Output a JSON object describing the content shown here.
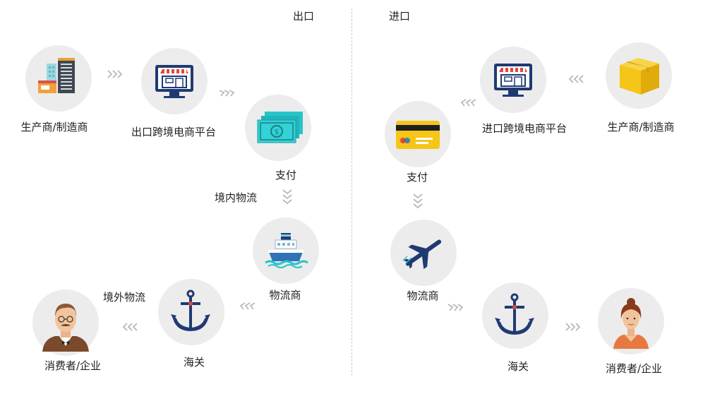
{
  "headings": {
    "export": "出口",
    "import": "进口"
  },
  "export_flow": {
    "manufacturer": "生产商/制造商",
    "platform": "出口跨境电商平台",
    "payment": "支付",
    "domestic_logistics": "境内物流",
    "logistics_provider": "物流商",
    "customs": "海关",
    "overseas_logistics": "境外物流",
    "consumer": "消费者/企业"
  },
  "import_flow": {
    "manufacturer": "生产商/制造商",
    "platform": "进口跨境电商平台",
    "payment": "支付",
    "logistics_provider": "物流商",
    "customs": "海关",
    "consumer": "消费者/企业"
  },
  "icons": {
    "export_manufacturer": "building-icon",
    "export_platform": "storefront-monitor-icon",
    "export_payment": "banknotes-icon",
    "export_logistics": "cargo-ship-icon",
    "export_customs": "anchor-icon",
    "export_consumer": "businessman-avatar-icon",
    "import_manufacturer": "package-box-icon",
    "import_platform": "storefront-monitor-icon",
    "import_payment": "credit-card-icon",
    "import_logistics": "airplane-icon",
    "import_customs": "anchor-icon",
    "import_consumer": "woman-avatar-icon"
  },
  "colors": {
    "node_bg": "#ececec",
    "arrow": "#b8b8b8",
    "navy": "#1f3a73",
    "red": "#e0483b",
    "teal": "#27c4c9",
    "yellow": "#f5c518"
  }
}
